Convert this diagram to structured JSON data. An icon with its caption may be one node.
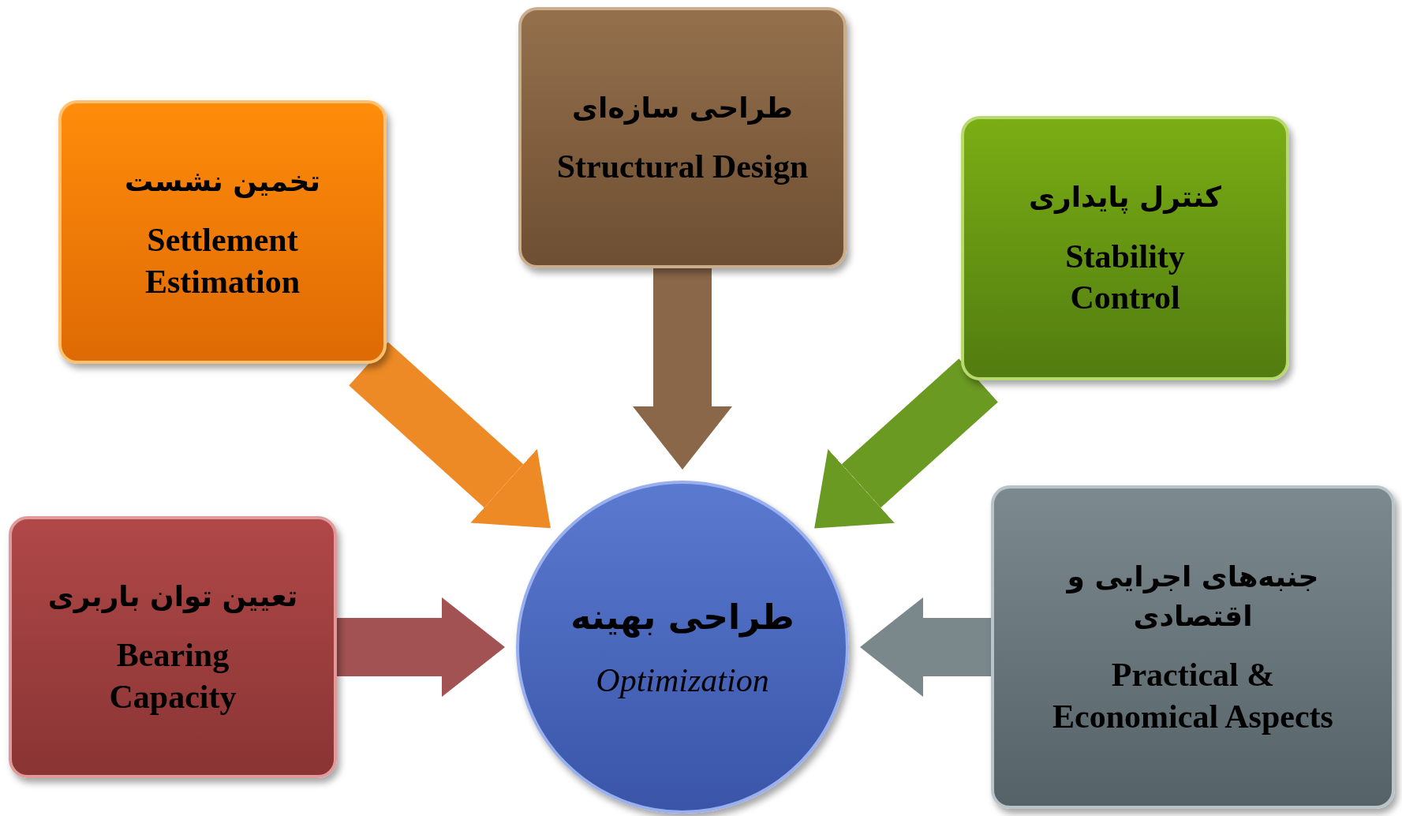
{
  "diagram": {
    "nodes": [
      {
        "text": [
          "طراحی سازه‌ای",
          "Structural Design"
        ]
      },
      {
        "text": [
          "تخمین نشست",
          "Settlement Estimation"
        ]
      },
      {
        "text": [
          "کنترل پایداری",
          "Stability Control"
        ]
      },
      {
        "text": [
          "تعیین توان باربری",
          "Bearing Capacity"
        ]
      },
      {
        "text": [
          "طراحی بهینه",
          "Optimization"
        ]
      },
      {
        "text": [
          "جنبه‌های اجرایی و اقتصادی",
          "Practical & Economical Aspects"
        ]
      }
    ],
    "edges": [
      {
        "from": 0,
        "to": 4,
        "arrow": "to",
        "color": "#8a6748"
      },
      {
        "from": 1,
        "to": 4,
        "arrow": "to",
        "color": "#ee8a25"
      },
      {
        "from": 2,
        "to": 4,
        "arrow": "to",
        "color": "#6b9a22"
      },
      {
        "from": 3,
        "to": 4,
        "arrow": "to",
        "color": "#a25252"
      },
      {
        "from": 5,
        "to": 4,
        "arrow": "to",
        "color": "#7a888c"
      }
    ]
  }
}
